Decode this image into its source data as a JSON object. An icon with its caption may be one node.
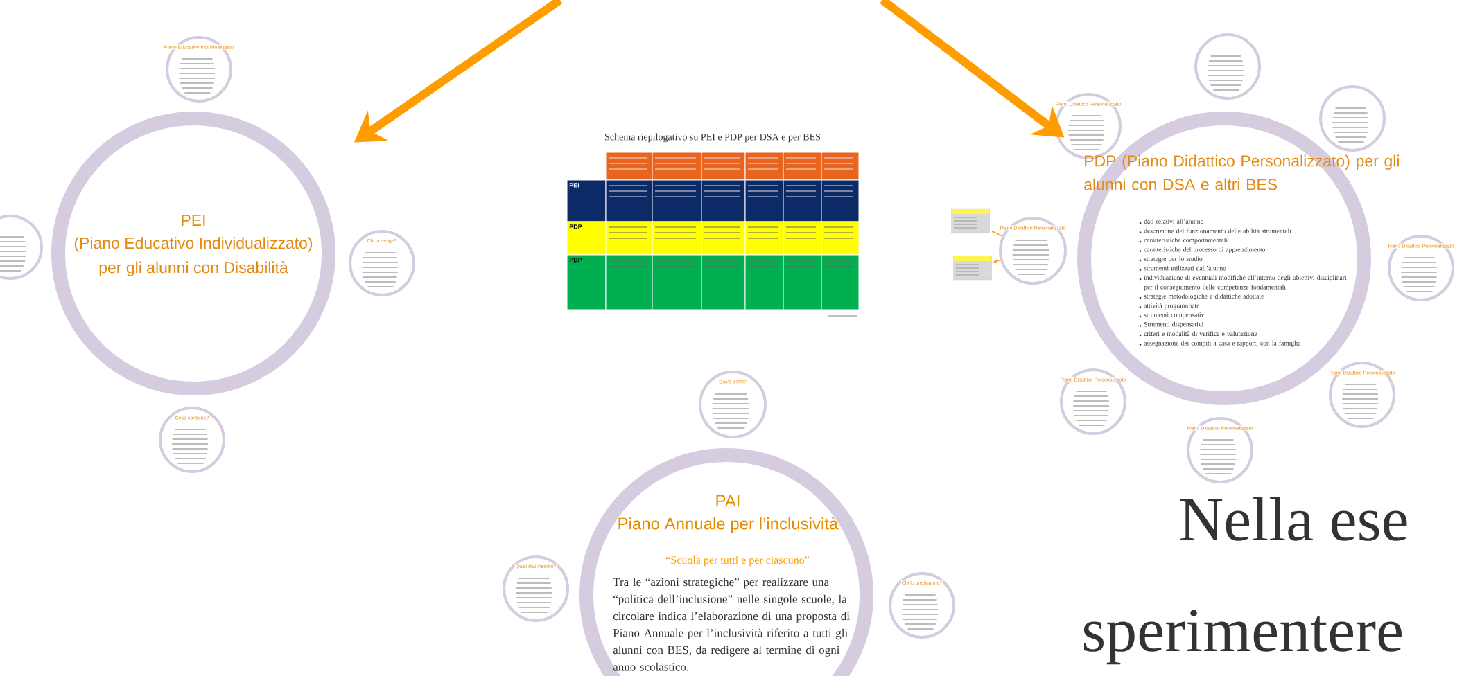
{
  "diagram": {
    "nodes": [
      {
        "text": [
          "PEI",
          "(Piano Educativo Individualizzato)",
          "per gli alunni con Disabilità"
        ]
      },
      {
        "text": [
          "Piano Educativo Individualizzato"
        ]
      },
      {
        "text": [],
        "shape": "circle"
      },
      {
        "text": [
          "Chi la redige?"
        ]
      },
      {
        "text": [
          "Cosa contiene?"
        ]
      },
      {
        "text": [
          "PDP (Piano Didattico Personalizzato) per gli alunni con DSA e altri BES",
          "dati relativi all’alunno",
          "descrizione del funzionamento delle abilità strumentali",
          "caratteristiche comportamentali",
          "caratteristiche del processo di apprendimento",
          "strategie per lo studio",
          "strumenti utilizzati dall’alunno",
          "individuazione di eventuali modifiche all’interno degli obiettivi disciplinari per il conseguimento delle competenze fondamentali",
          "strategie metodologiche e didattiche adottate",
          "attività programmate",
          "strumenti compensativi",
          "Strumenti dispensativi",
          "criteri e modalità di verifica e valutazione",
          "assegnazione dei compiti a casa e rapporti con la famiglia"
        ]
      },
      {
        "text": [
          "Piano Didattico Personalizzato"
        ]
      },
      {
        "text": [],
        "shape": "circle"
      },
      {
        "text": [],
        "shape": "circle"
      },
      {
        "text": [
          "Piano Didattico Personalizzato"
        ]
      },
      {
        "text": [],
        "shape": "box"
      },
      {
        "text": [],
        "shape": "box"
      },
      {
        "text": [
          "Piano Didattico Personalizzato"
        ]
      },
      {
        "text": [
          "Piano Didattico Personalizzato"
        ]
      },
      {
        "text": [
          "Piano Didattico Personalizzato"
        ]
      },
      {
        "text": [
          "Piano Didattico Personalizzato"
        ]
      },
      {
        "text": [
          "PAI",
          "Piano Annuale per l’inclusività",
          "“Scuola per tutti e per ciascuno”",
          "Tra le “azioni strategiche” per realizzare una “politica dell’inclusione” nelle singole scuole, la circolare indica l’elaborazione di una proposta di Piano Annuale per l’inclusività riferito a tutti gli alunni con BES, da redigere al termine di ogni anno scolastico."
        ]
      },
      {
        "text": [
          "Cos’è il PAI?"
        ]
      },
      {
        "text": [
          "Quali dati inserire?"
        ]
      },
      {
        "text": [
          "Chi lo predispone?"
        ]
      }
    ],
    "edges": [
      {
        "from": null,
        "to": 0,
        "arrow": "to",
        "style": "thick"
      },
      {
        "from": null,
        "to": 5,
        "arrow": "to",
        "style": "thick"
      },
      {
        "from": 9,
        "to": 10,
        "arrow": "to"
      },
      {
        "from": 9,
        "to": 11,
        "arrow": "to"
      }
    ],
    "labels": [
      "Schema riepilogativo su PEI e PDP per DSA e per BES",
      "PEI",
      "PDP",
      "PDP",
      "Nella ese",
      "sperimentere"
    ]
  }
}
